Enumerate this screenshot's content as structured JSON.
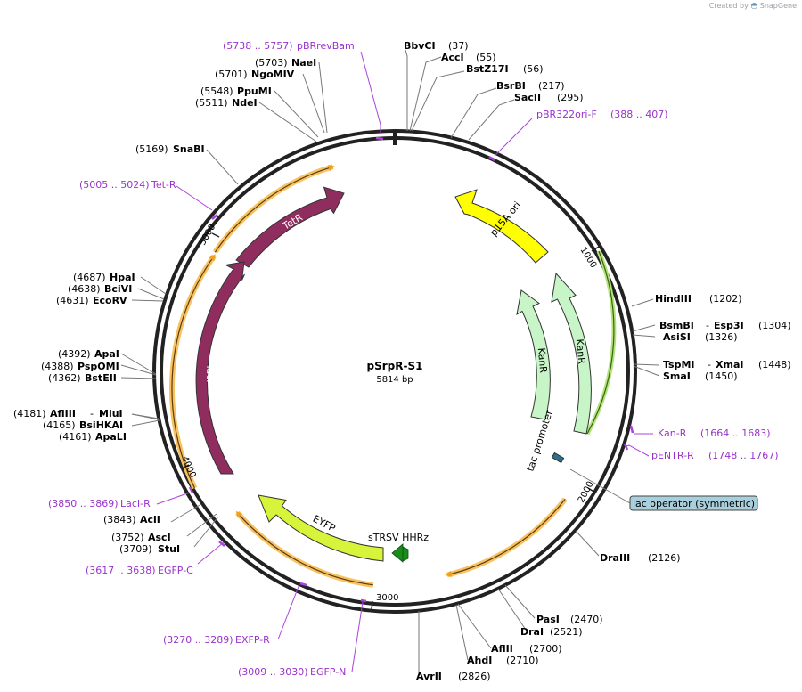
{
  "credit": {
    "prefix": "Created by",
    "brand": "SnapGene"
  },
  "plasmid": {
    "name": "pSrpR-S1",
    "length_label": "5814 bp",
    "length": 5814
  },
  "colors": {
    "backbone": "#222222",
    "primer": "#9933cc",
    "primer_box": "#aa44dd",
    "tetR": "#8f2e5e",
    "lacI": "#8f2e5e",
    "kanR": "#c8f5c8",
    "ori": "#ffff00",
    "eyfp": "#d7f33a",
    "hhrz": "#1a8c1a",
    "orange": "#f7b54a"
  },
  "ticks": [
    {
      "bp": 1000,
      "label": "1000"
    },
    {
      "bp": 2000,
      "label": "2000"
    },
    {
      "bp": 3000,
      "label": "3000"
    },
    {
      "bp": 4000,
      "label": "4000"
    },
    {
      "bp": 5000,
      "label": "5000"
    }
  ],
  "enzymes": [
    {
      "name": "BbvCI",
      "pos": "(37)",
      "bp": 37
    },
    {
      "name": "AccI",
      "pos": "(55)",
      "bp": 55
    },
    {
      "name": "BstZ17I",
      "pos": "(56)",
      "bp": 56
    },
    {
      "name": "BsrBI",
      "pos": "(217)",
      "bp": 217
    },
    {
      "name": "SacII",
      "pos": "(295)",
      "bp": 295
    },
    {
      "name": "HindIII",
      "pos": "(1202)",
      "bp": 1202
    },
    {
      "name": "BsmBI",
      "name2": "Esp3I",
      "pos": "(1304)",
      "bp": 1304
    },
    {
      "name": "AsiSI",
      "pos": "(1326)",
      "bp": 1326
    },
    {
      "name": "TspMI",
      "name2": "XmaI",
      "pos": "(1448)",
      "bp": 1448
    },
    {
      "name": "SmaI",
      "pos": "(1450)",
      "bp": 1450
    },
    {
      "name": "DraIII",
      "pos": "(2126)",
      "bp": 2126
    },
    {
      "name": "PasI",
      "pos": "(2470)",
      "bp": 2470
    },
    {
      "name": "DraI",
      "pos": "(2521)",
      "bp": 2521
    },
    {
      "name": "AflII",
      "pos": "(2700)",
      "bp": 2700
    },
    {
      "name": "AhdI",
      "pos": "(2710)",
      "bp": 2710
    },
    {
      "name": "AvrII",
      "pos": "(2826)",
      "bp": 2826
    },
    {
      "name": "StuI",
      "pos": "(3709)",
      "bp": 3709
    },
    {
      "name": "AscI",
      "pos": "(3752)",
      "bp": 3752
    },
    {
      "name": "AclI",
      "pos": "(3843)",
      "bp": 3843
    },
    {
      "name": "ApaLI",
      "pos": "(4161)",
      "bp": 4161
    },
    {
      "name": "BsiHKAI",
      "pos": "(4165)",
      "bp": 4165
    },
    {
      "name": "AflIII",
      "name2": "MluI",
      "pos": "(4181)",
      "bp": 4181
    },
    {
      "name": "BstEII",
      "pos": "(4362)",
      "bp": 4362
    },
    {
      "name": "PspOMI",
      "pos": "(4388)",
      "bp": 4388
    },
    {
      "name": "ApaI",
      "pos": "(4392)",
      "bp": 4392
    },
    {
      "name": "EcoRV",
      "pos": "(4631)",
      "bp": 4631
    },
    {
      "name": "BciVI",
      "pos": "(4638)",
      "bp": 4638
    },
    {
      "name": "HpaI",
      "pos": "(4687)",
      "bp": 4687
    },
    {
      "name": "SnaBI",
      "pos": "(5169)",
      "bp": 5169
    },
    {
      "name": "NdeI",
      "pos": "(5511)",
      "bp": 5511
    },
    {
      "name": "PpuMI",
      "pos": "(5548)",
      "bp": 5548
    },
    {
      "name": "NgoMIV",
      "pos": "(5701)",
      "bp": 5701
    },
    {
      "name": "NaeI",
      "pos": "(5703)",
      "bp": 5703
    }
  ],
  "primers": [
    {
      "name": "pBRrevBam",
      "range": "(5738 .. 5757)",
      "bp": 5747
    },
    {
      "name": "pBR322ori-F",
      "range": "(388 .. 407)",
      "bp": 397
    },
    {
      "name": "Kan-R",
      "range": "(1664 .. 1683)",
      "bp": 1673
    },
    {
      "name": "pENTR-R",
      "range": "(1748 .. 1767)",
      "bp": 1757
    },
    {
      "name": "LacI-R",
      "range": "(3850 .. 3869)",
      "bp": 3859
    },
    {
      "name": "EGFP-C",
      "range": "(3617 .. 3638)",
      "bp": 3627
    },
    {
      "name": "EXFP-R",
      "range": "(3270 .. 3289)",
      "bp": 3279
    },
    {
      "name": "EGFP-N",
      "range": "(3009 .. 3030)",
      "bp": 3019
    },
    {
      "name": "Tet-R",
      "range": "(5005 .. 5024)",
      "bp": 5014
    }
  ],
  "features": [
    {
      "name": "p15A ori",
      "kind": "ori"
    },
    {
      "name": "KanR",
      "kind": "cds"
    },
    {
      "name": "KanR",
      "kind": "cds"
    },
    {
      "name": "TetR",
      "kind": "cds"
    },
    {
      "name": "lacI",
      "kind": "cds"
    },
    {
      "name": "EYFP",
      "kind": "cds"
    },
    {
      "name": "sTRSV HHRz",
      "kind": "misc"
    },
    {
      "name": "tac promoter",
      "kind": "promoter"
    },
    {
      "name": "lac operator (symmetric)",
      "kind": "operator"
    }
  ]
}
